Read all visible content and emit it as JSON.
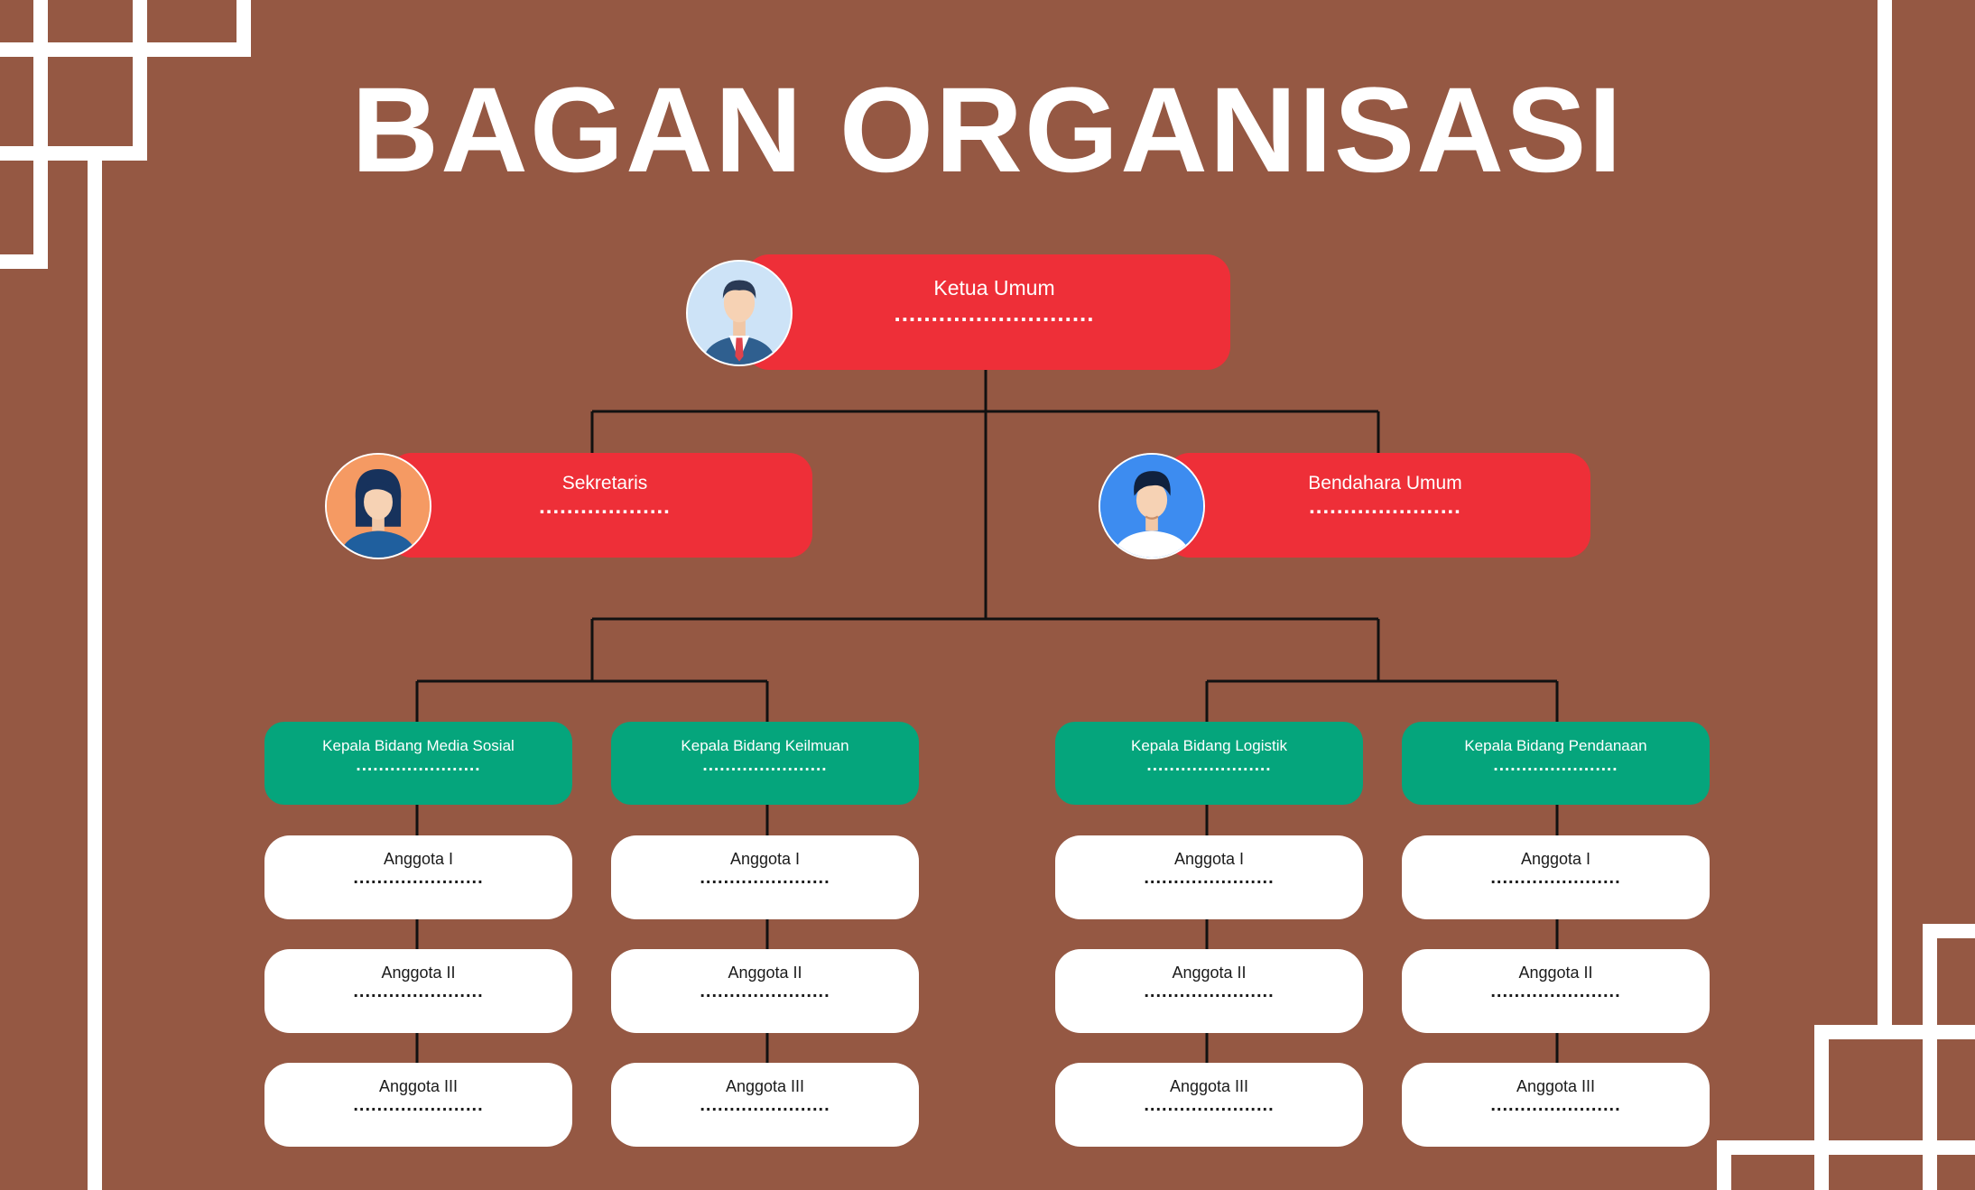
{
  "title": "BAGAN ORGANISASI",
  "placeholder": "....................",
  "colors": {
    "background": "#955843",
    "leader_box": "#ee2f38",
    "division_box": "#05a57c",
    "member_box": "#ffffff",
    "lines": "#111111"
  },
  "top": {
    "ketua": {
      "role": "Ketua Umum",
      "name": "...........................",
      "icon": "man-in-suit-icon"
    },
    "sekretaris": {
      "role": "Sekretaris",
      "name": "...................",
      "icon": "woman-avatar-icon"
    },
    "bendahara": {
      "role": "Bendahara Umum",
      "name": "......................",
      "icon": "man-avatar-icon"
    }
  },
  "divisions": [
    {
      "head": "Kepala Bidang Media Sosial",
      "name": "......................",
      "members": [
        {
          "role": "Anggota I",
          "name": "......................"
        },
        {
          "role": "Anggota II",
          "name": "......................"
        },
        {
          "role": "Anggota III",
          "name": "......................"
        }
      ]
    },
    {
      "head": "Kepala Bidang Keilmuan",
      "name": "......................",
      "members": [
        {
          "role": "Anggota I",
          "name": "......................"
        },
        {
          "role": "Anggota II",
          "name": "......................"
        },
        {
          "role": "Anggota III",
          "name": "......................"
        }
      ]
    },
    {
      "head": "Kepala Bidang Logistik",
      "name": "......................",
      "members": [
        {
          "role": "Anggota I",
          "name": "......................"
        },
        {
          "role": "Anggota II",
          "name": "......................"
        },
        {
          "role": "Anggota III",
          "name": "......................"
        }
      ]
    },
    {
      "head": "Kepala Bidang Pendanaan",
      "name": "......................",
      "members": [
        {
          "role": "Anggota I",
          "name": "......................"
        },
        {
          "role": "Anggota II",
          "name": "......................"
        },
        {
          "role": "Anggota III",
          "name": "......................"
        }
      ]
    }
  ]
}
